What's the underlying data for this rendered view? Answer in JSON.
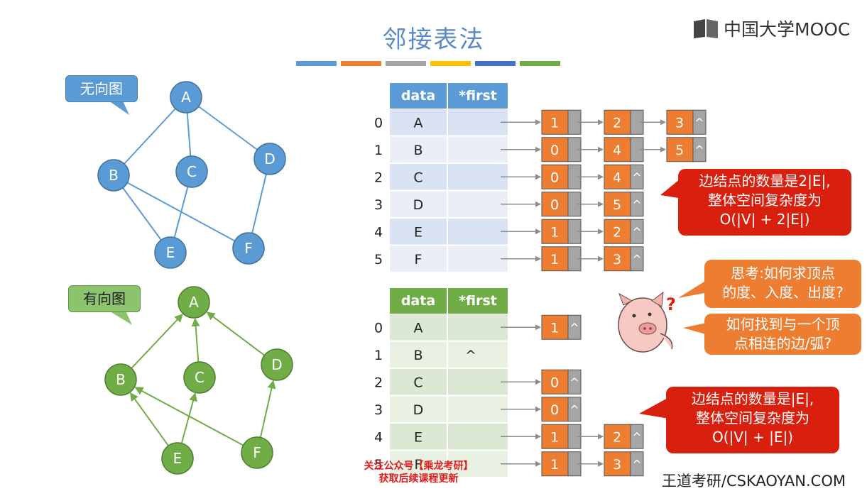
{
  "title": "邻接表法",
  "logo_text": "中国大学MOOC",
  "footer_brand": "王道考研/CSKAOYAN.COM",
  "watermark": {
    "line1": "关注公众号【乘龙考研】",
    "line2": "获取后续课程更新"
  },
  "color_strip": [
    "#5b9bd5",
    "#ed7d31",
    "#a5a5a5",
    "#ffc000",
    "#4472c4",
    "#70ad47"
  ],
  "undirected_graph": {
    "label": "无向图",
    "nodes": [
      "A",
      "B",
      "C",
      "D",
      "E",
      "F"
    ],
    "edges": [
      [
        "A",
        "B"
      ],
      [
        "A",
        "C"
      ],
      [
        "A",
        "D"
      ],
      [
        "B",
        "E"
      ],
      [
        "B",
        "F"
      ],
      [
        "C",
        "E"
      ],
      [
        "D",
        "F"
      ]
    ]
  },
  "directed_graph": {
    "label": "有向图",
    "nodes": [
      "A",
      "B",
      "C",
      "D",
      "E",
      "F"
    ],
    "arcs": [
      [
        "B",
        "A"
      ],
      [
        "C",
        "A"
      ],
      [
        "D",
        "A"
      ],
      [
        "E",
        "B"
      ],
      [
        "E",
        "C"
      ],
      [
        "F",
        "B"
      ],
      [
        "F",
        "D"
      ]
    ]
  },
  "table_headers": {
    "data": "data",
    "first": "*first"
  },
  "undirected_table": [
    {
      "index": "0",
      "data": "A",
      "first": "",
      "list": [
        "1",
        "2",
        "3"
      ]
    },
    {
      "index": "1",
      "data": "B",
      "first": "",
      "list": [
        "0",
        "4",
        "5"
      ]
    },
    {
      "index": "2",
      "data": "C",
      "first": "",
      "list": [
        "0",
        "4"
      ]
    },
    {
      "index": "3",
      "data": "D",
      "first": "",
      "list": [
        "0",
        "5"
      ]
    },
    {
      "index": "4",
      "data": "E",
      "first": "",
      "list": [
        "1",
        "2"
      ]
    },
    {
      "index": "5",
      "data": "F",
      "first": "",
      "list": [
        "1",
        "3"
      ]
    }
  ],
  "directed_table": [
    {
      "index": "0",
      "data": "A",
      "first": "",
      "list": [
        "1"
      ]
    },
    {
      "index": "1",
      "data": "B",
      "first": "^",
      "list": []
    },
    {
      "index": "2",
      "data": "C",
      "first": "",
      "list": [
        "0"
      ]
    },
    {
      "index": "3",
      "data": "D",
      "first": "",
      "list": [
        "0"
      ]
    },
    {
      "index": "4",
      "data": "E",
      "first": "",
      "list": [
        "1",
        "2"
      ]
    },
    {
      "index": "5",
      "data": "F",
      "first": "",
      "list": [
        "1",
        "3"
      ]
    }
  ],
  "null_symbol": "^",
  "callout_undirected": {
    "line1": "边结点的数量是2|E|,",
    "line2": "整体空间复杂度为",
    "line3": "O(|V| + 2|E|)"
  },
  "callout_directed": {
    "line1": "边结点的数量是|E|,",
    "line2": "整体空间复杂度为",
    "line3": "O(|V| + |E|)"
  },
  "think_1": {
    "line1": "思考:如何求顶点",
    "line2": "的度、入度、出度?"
  },
  "think_2": {
    "line1": "如何找到与一个顶",
    "line2": "点相连的边/弧?"
  },
  "pig_mark": "?",
  "colors": {
    "blue_node": "#5b9bd5",
    "green_node": "#70ad47",
    "blue_header": "#5b9bd5",
    "green_header": "#70ad47",
    "orange_cell": "#ed7d31",
    "grey_ptr": "#a5a5a5",
    "red_callout": "#d9200f",
    "orange_callout": "#ed7d31"
  }
}
